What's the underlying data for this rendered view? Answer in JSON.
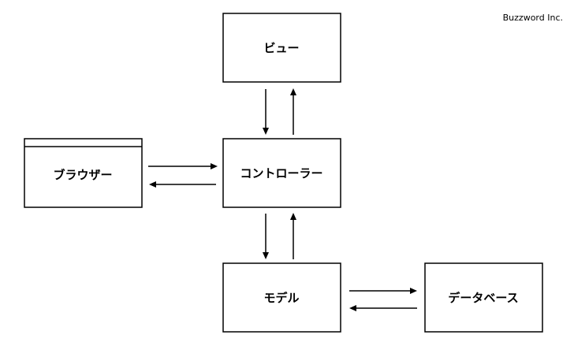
{
  "credit": "Buzzword Inc.",
  "nodes": {
    "view": "ビュー",
    "browser": "ブラウザー",
    "controller": "コントローラー",
    "model": "モデル",
    "database": "データベース"
  }
}
